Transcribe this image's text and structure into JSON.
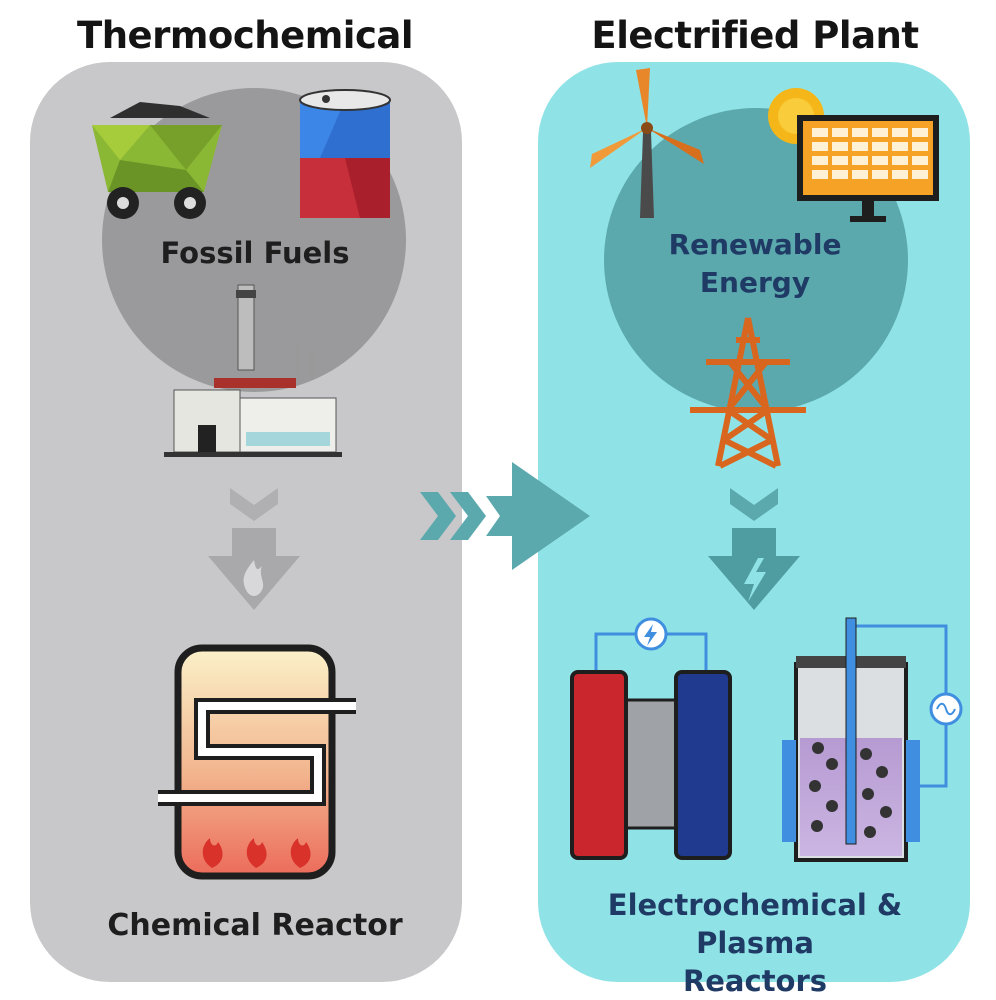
{
  "left_panel": {
    "title": "Thermochemical Plant",
    "source_label": "Fossil Fuels",
    "reactor_label": "Chemical Reactor"
  },
  "right_panel": {
    "title": "Electrified Plant",
    "source_label_line1": "Renewable",
    "source_label_line2": "Energy",
    "reactor_label_line1": "Electrochemical & Plasma",
    "reactor_label_line2": "Reactors"
  },
  "colors": {
    "left_panel_bg": "#c8c8ca",
    "right_panel_bg": "#8fe3e6",
    "accent_teal": "#5ba9ad",
    "title_text": "#141414",
    "right_label_text": "#1f3a64"
  }
}
